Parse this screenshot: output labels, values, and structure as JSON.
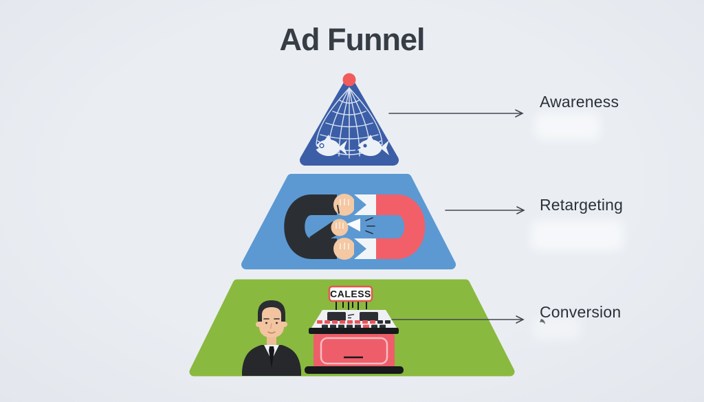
{
  "title": "Ad Funnel",
  "tiers": [
    {
      "label": "Awareness",
      "color": "#3b5ea7",
      "icon": "fishing-net-and-fish-icon"
    },
    {
      "label": "Retargeting",
      "color": "#5c99d3",
      "icon": "facing-magnets-icon"
    },
    {
      "label": "Conversion",
      "color": "#8ab93f",
      "icon": "salesman-and-cash-register-icon"
    }
  ],
  "cash_register_sign": "CALESS",
  "colors": {
    "background": "#e8ecf1",
    "net_float_red": "#f15b5b",
    "magnet_black": "#2b2f34",
    "magnet_red": "#f25f68",
    "register_red": "#ee5e6a",
    "arrow": "#42474f",
    "label_text": "#2b313a",
    "title_text": "#373d45"
  }
}
